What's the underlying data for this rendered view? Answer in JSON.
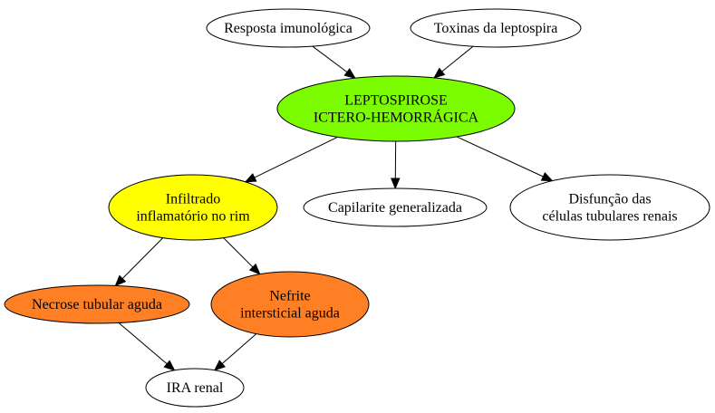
{
  "diagram": {
    "nodes": [
      {
        "id": "resposta",
        "lines": [
          "Resposta imunológica"
        ],
        "fill": "#ffffff"
      },
      {
        "id": "toxinas",
        "lines": [
          "Toxinas da leptospira"
        ],
        "fill": "#ffffff"
      },
      {
        "id": "leptospirose",
        "lines": [
          "LEPTOSPIROSE",
          "ICTERO-HEMORRÁGICA"
        ],
        "fill": "#7cfc00"
      },
      {
        "id": "infiltrado",
        "lines": [
          "Infiltrado",
          "inflamatório no rim"
        ],
        "fill": "#ffff00"
      },
      {
        "id": "capilarite",
        "lines": [
          "Capilarite generalizada"
        ],
        "fill": "#ffffff"
      },
      {
        "id": "disfuncao",
        "lines": [
          "Disfunção das",
          "células tubulares renais"
        ],
        "fill": "#ffffff"
      },
      {
        "id": "necrose",
        "lines": [
          "Necrose tubular aguda"
        ],
        "fill": "#ff7f24"
      },
      {
        "id": "nefrite",
        "lines": [
          "Nefrite",
          "intersticial aguda"
        ],
        "fill": "#ff7f24"
      },
      {
        "id": "ira",
        "lines": [
          "IRA renal"
        ],
        "fill": "#ffffff"
      }
    ],
    "edges": [
      {
        "from": "resposta",
        "to": "leptospirose"
      },
      {
        "from": "toxinas",
        "to": "leptospirose"
      },
      {
        "from": "leptospirose",
        "to": "infiltrado"
      },
      {
        "from": "leptospirose",
        "to": "capilarite"
      },
      {
        "from": "leptospirose",
        "to": "disfuncao"
      },
      {
        "from": "infiltrado",
        "to": "necrose"
      },
      {
        "from": "infiltrado",
        "to": "nefrite"
      },
      {
        "from": "necrose",
        "to": "ira"
      },
      {
        "from": "nefrite",
        "to": "ira"
      }
    ]
  }
}
